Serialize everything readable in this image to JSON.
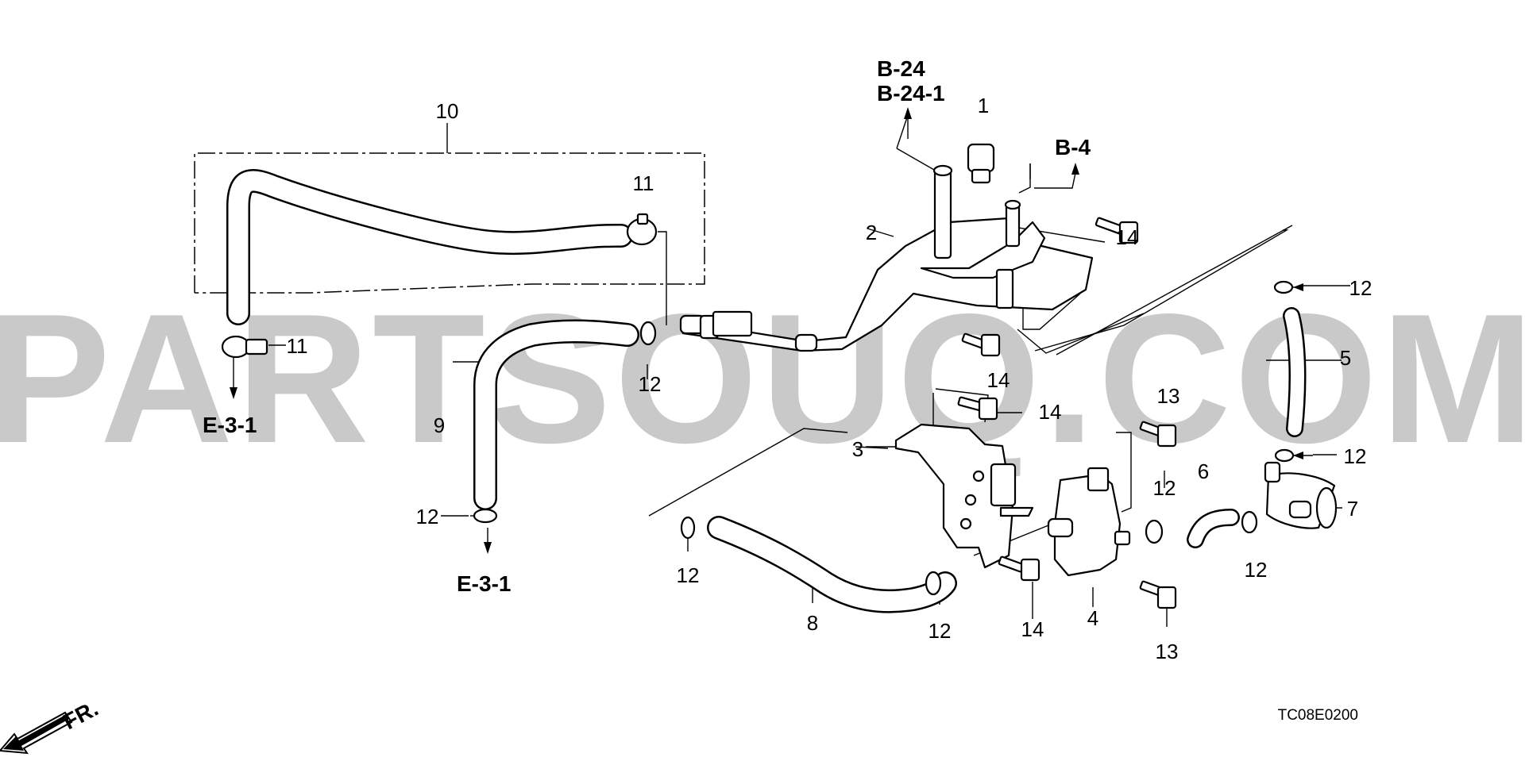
{
  "watermark": "PARTSOUQ.COM",
  "diagram_code": "TC08E0200",
  "front_marker": "FR.",
  "references": {
    "b24": "B-24",
    "b24_1": "B-24-1",
    "b4": "B-4",
    "e31_top": "E-3-1",
    "e31_bottom": "E-3-1"
  },
  "callouts": {
    "c1": "1",
    "c2": "2",
    "c3": "3",
    "c4": "4",
    "c5": "5",
    "c6": "6",
    "c7": "7",
    "c8": "8",
    "c9": "9",
    "c10": "10",
    "c11_top": "11",
    "c11_left": "11",
    "c12_a": "12",
    "c12_b": "12",
    "c12_c": "12",
    "c12_d": "12",
    "c12_e": "12",
    "c12_f": "12",
    "c12_g": "12",
    "c12_h": "12",
    "c13_top": "13",
    "c13_bottom": "13",
    "c14_a": "14",
    "c14_b": "14",
    "c14_c": "14",
    "c14_d": "14"
  },
  "colors": {
    "ink": "#000000",
    "watermark": "#c9c9c9",
    "background": "#ffffff"
  }
}
